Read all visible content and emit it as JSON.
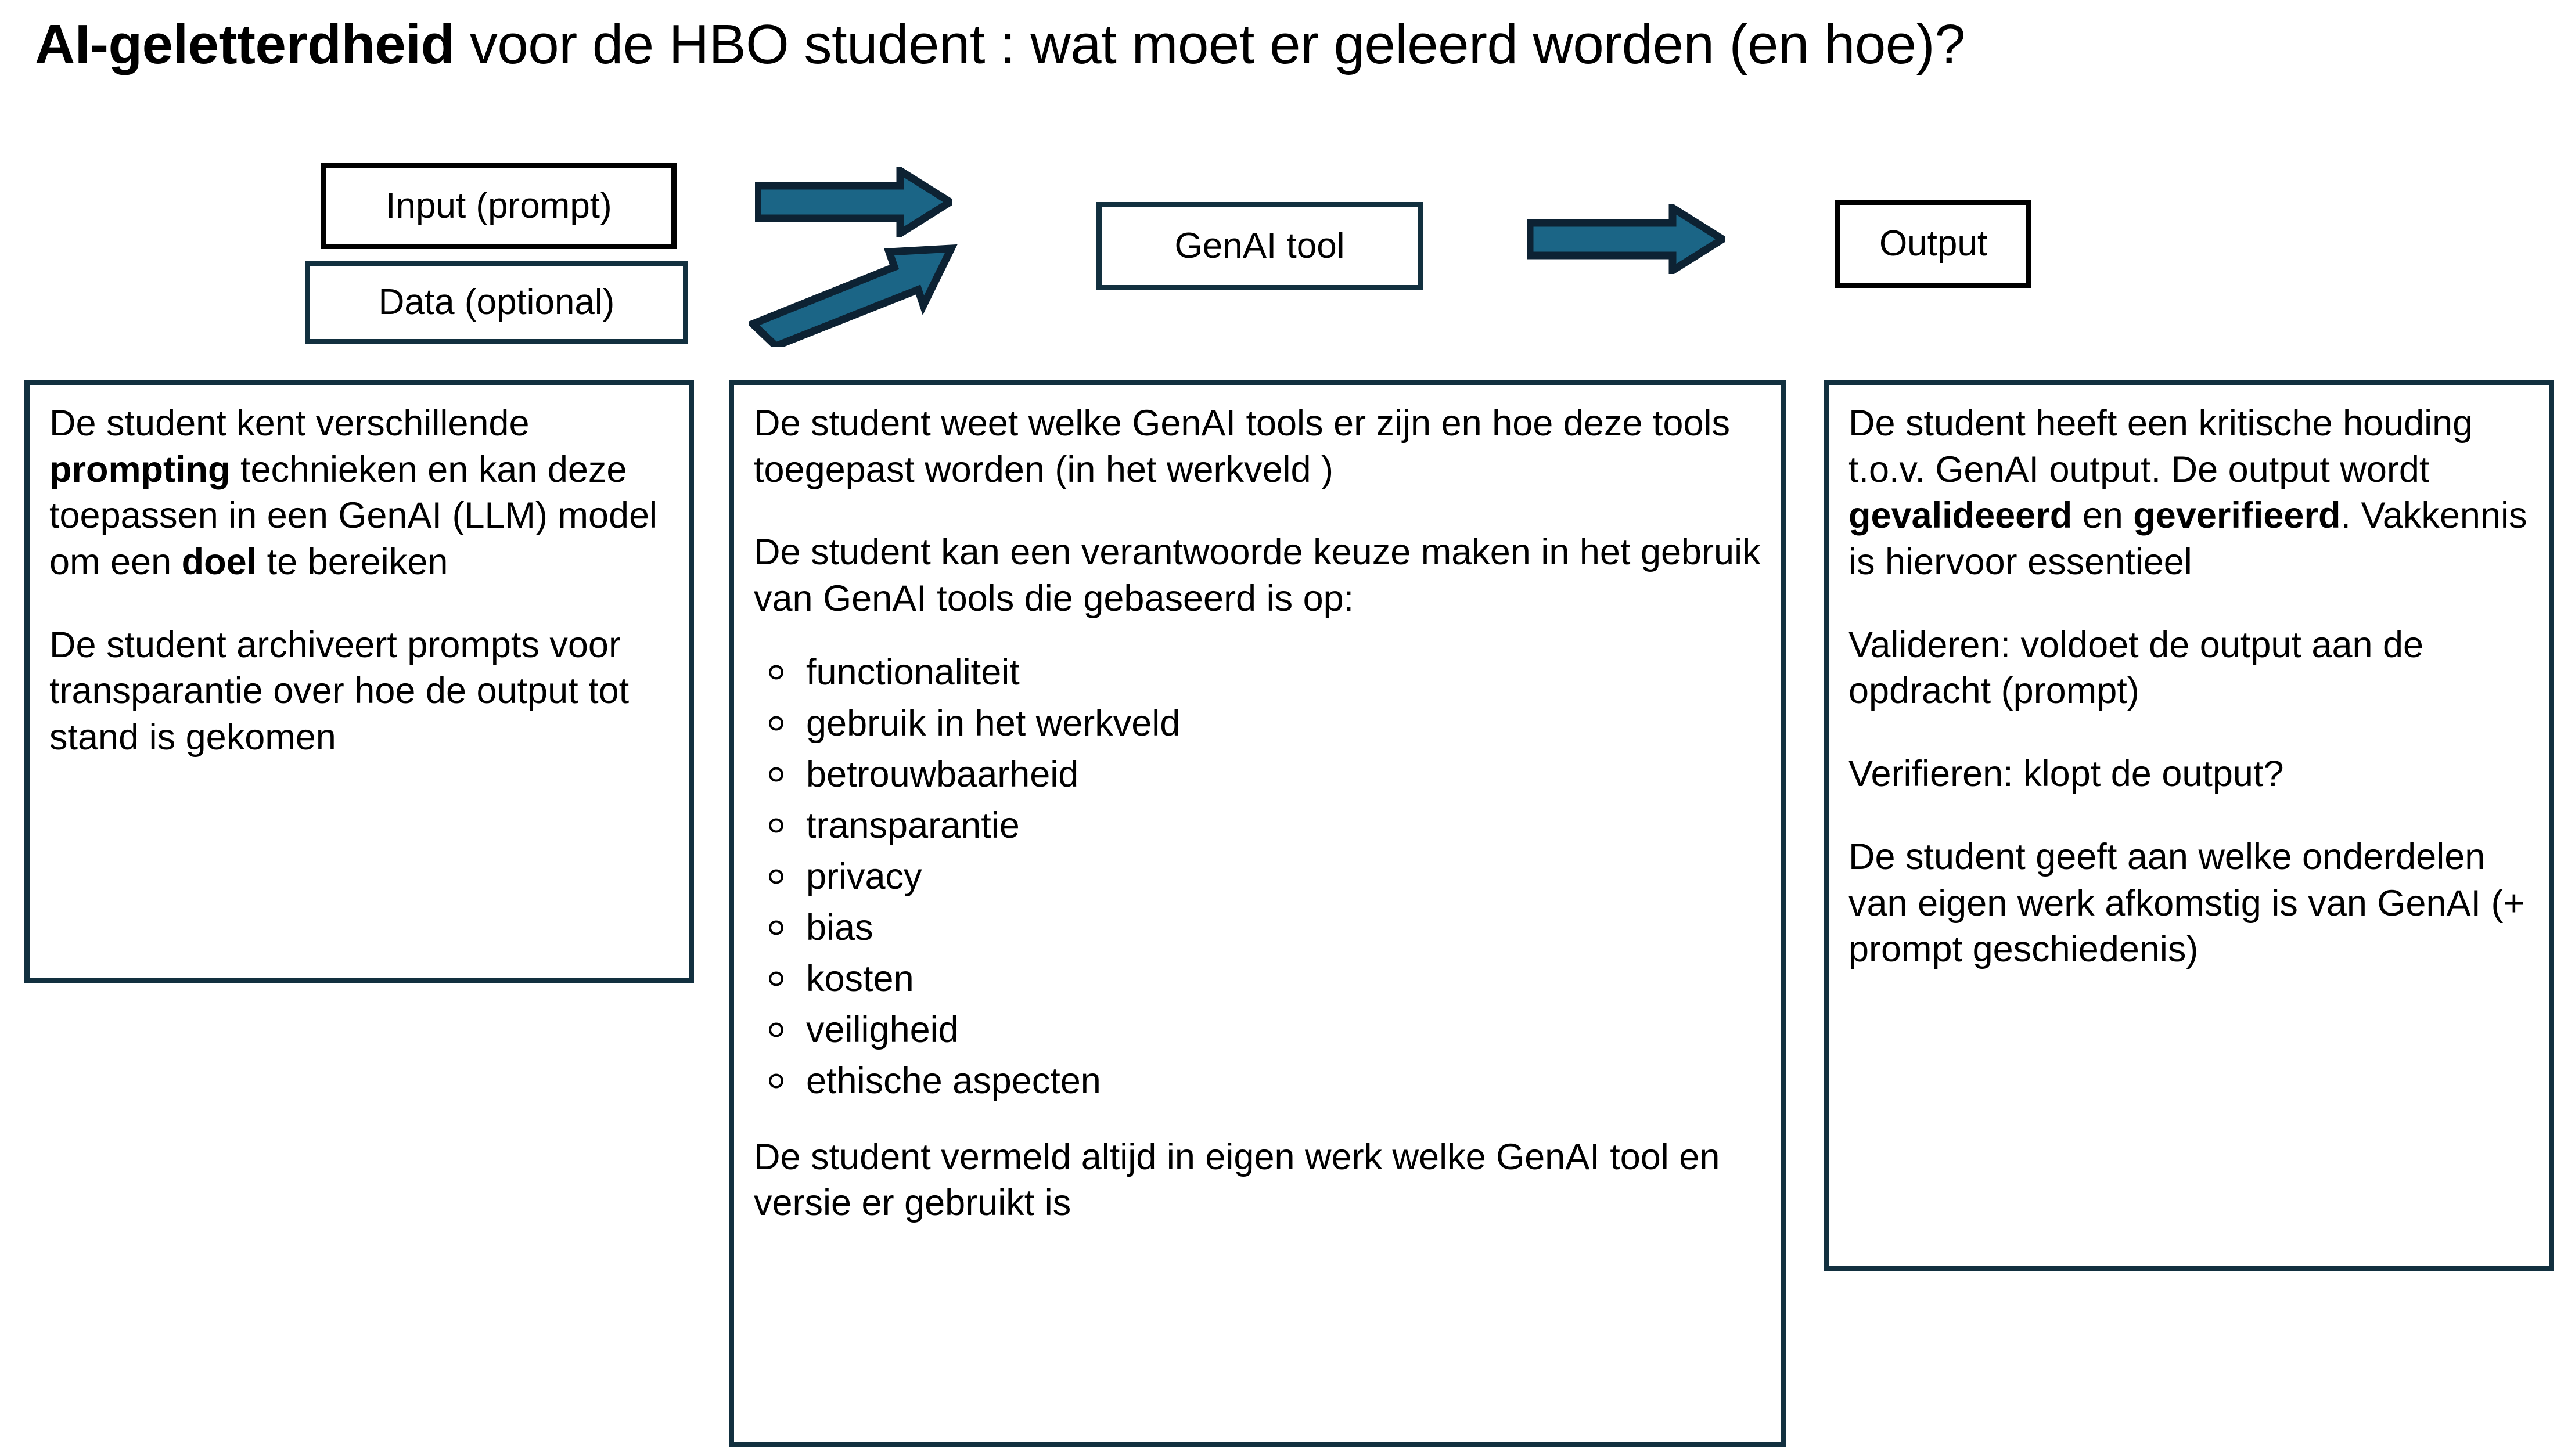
{
  "title": {
    "strong": "AI-geletterdheid",
    "rest": " voor de HBO student : wat moet er geleerd worden (en hoe)?"
  },
  "colors": {
    "arrow_fill": "#1b6586",
    "arrow_outline": "#0d2233",
    "panel_border": "#12303f",
    "box_border_black": "#000000",
    "text": "#000000",
    "background": "#ffffff"
  },
  "flow": {
    "input_box": "Input (prompt)",
    "data_box": "Data (optional)",
    "genai_box": "GenAI tool",
    "output_box": "Output",
    "arrows": [
      {
        "name": "arrow-input-to-genai",
        "direction": "right",
        "style": "straight"
      },
      {
        "name": "arrow-data-to-genai",
        "direction": "right",
        "style": "angled-up"
      },
      {
        "name": "arrow-genai-to-output",
        "direction": "right",
        "style": "straight"
      }
    ]
  },
  "panels": {
    "left": {
      "p1_a": "De student kent verschillende ",
      "p1_b": "prompting",
      "p1_c": " technieken en kan deze toepassen in een GenAI (LLM) model om een ",
      "p1_d": "doel",
      "p1_e": " te bereiken",
      "p2": "De student archiveert prompts voor transparantie over hoe de output tot stand is gekomen"
    },
    "middle": {
      "p1": "De student weet welke GenAI tools er zijn en hoe deze tools toegepast worden (in het werkveld )",
      "p2": "De student kan een verantwoorde keuze maken in het gebruik van GenAI tools die gebaseerd is op:",
      "bullets": [
        "functionaliteit",
        "gebruik in het werkveld",
        "betrouwbaarheid",
        "transparantie",
        "privacy",
        "bias",
        "kosten",
        "veiligheid",
        "ethische aspecten"
      ],
      "p3": "De student vermeld altijd in eigen werk welke GenAI tool en versie er gebruikt is"
    },
    "right": {
      "p1_a": "De student heeft een kritische houding  t.o.v. GenAI output. De output wordt ",
      "p1_b": "gevalideeerd",
      "p1_c": " en ",
      "p1_d": "geverifieerd",
      "p1_e": ". Vakkennis is hiervoor essentieel",
      "p2": "Valideren: voldoet de output aan de opdracht (prompt)",
      "p3": "Verifieren: klopt de output?",
      "p4": "De student geeft aan welke onderdelen van eigen werk afkomstig is van GenAI (+ prompt geschiedenis)"
    }
  }
}
